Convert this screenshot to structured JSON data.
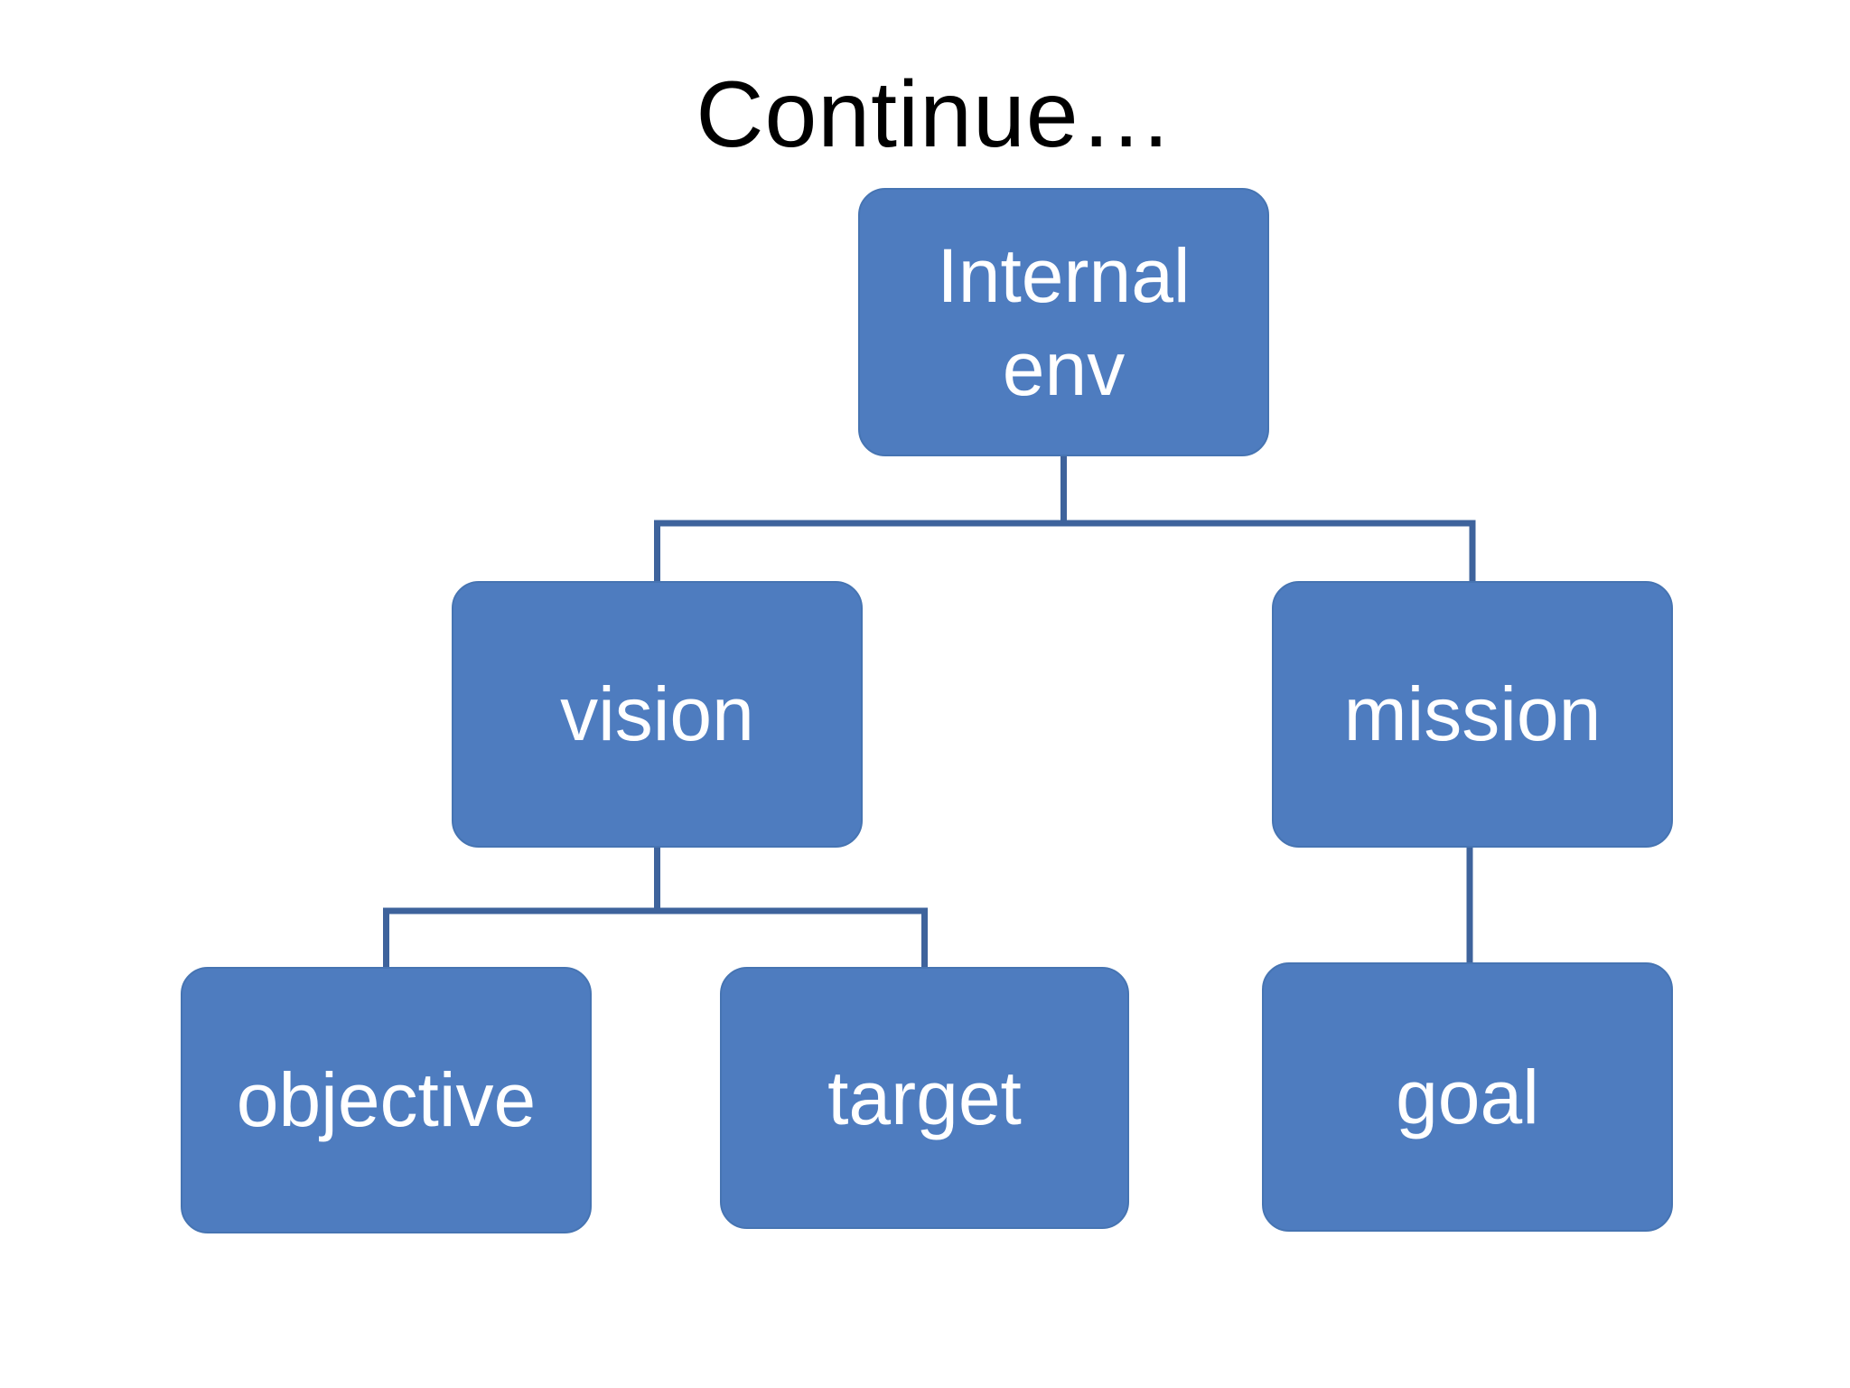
{
  "title": "Continue…",
  "colors": {
    "background": "#ffffff",
    "node_fill": "#4E7CBF",
    "node_border": "#4674B2",
    "node_text": "#ffffff",
    "connector": "#3E639C",
    "title_text": "#000000"
  },
  "diagram": {
    "type": "hierarchy",
    "nodes": {
      "root": {
        "label": "Internal env"
      },
      "vision": {
        "label": "vision"
      },
      "mission": {
        "label": "mission"
      },
      "objective": {
        "label": "objective"
      },
      "target": {
        "label": "target"
      },
      "goal": {
        "label": "goal"
      }
    },
    "edges": [
      {
        "from": "Internal env",
        "to": "vision"
      },
      {
        "from": "Internal env",
        "to": "mission"
      },
      {
        "from": "vision",
        "to": "objective"
      },
      {
        "from": "vision",
        "to": "target"
      },
      {
        "from": "mission",
        "to": "goal"
      }
    ]
  }
}
